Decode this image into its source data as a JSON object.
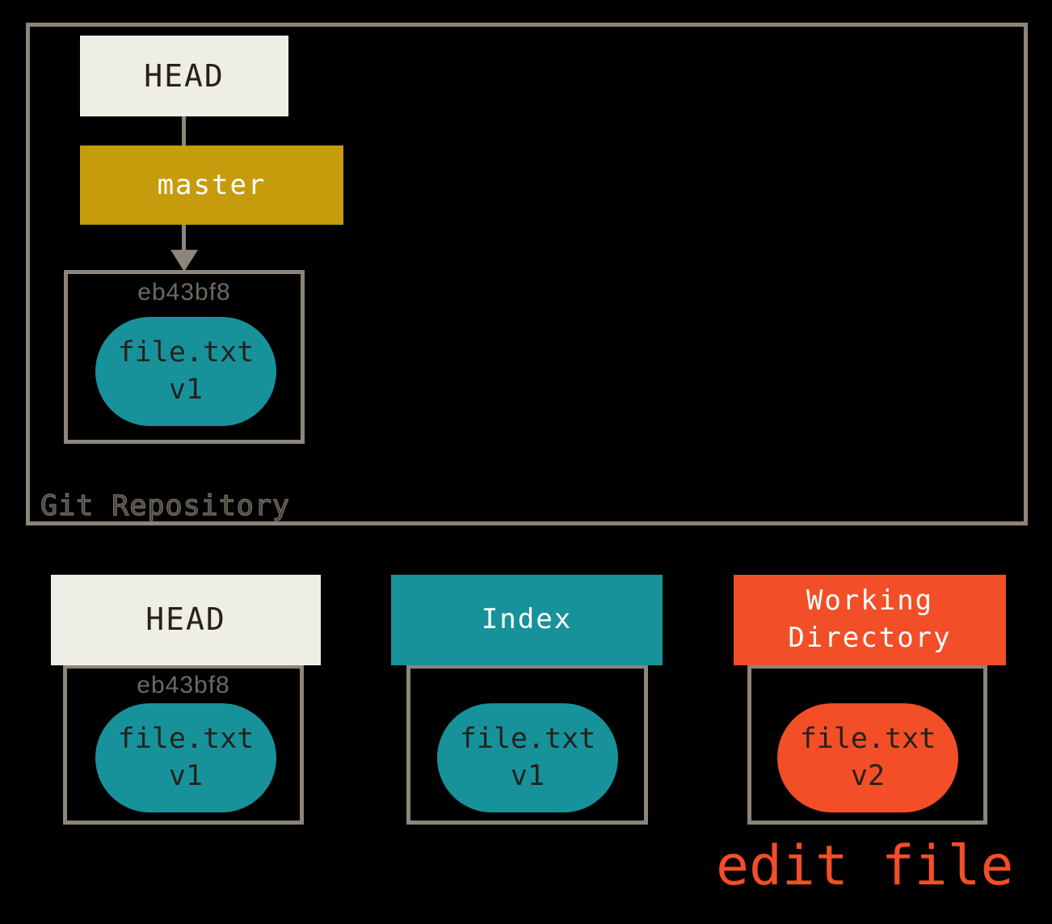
{
  "colors": {
    "background": "#000000",
    "border": "#8D8579",
    "cream": "#EFEEE6",
    "gold": "#C69C0D",
    "teal": "#17929B",
    "orange": "#F24E27",
    "dark-text": "#26211D",
    "gray-text": "#6E6862",
    "white-text": "#FFFFFF"
  },
  "repository": {
    "caption": "Git Repository",
    "head": {
      "label": "HEAD"
    },
    "branch": {
      "label": "master"
    },
    "commit": {
      "hash": "eb43bf8",
      "file": "file.txt",
      "version": "v1"
    }
  },
  "areas": {
    "head": {
      "title": "HEAD",
      "hash": "eb43bf8",
      "file": "file.txt",
      "version": "v1"
    },
    "index": {
      "title": "Index",
      "file": "file.txt",
      "version": "v1"
    },
    "workdir": {
      "title": "Working Directory",
      "file": "file.txt",
      "version": "v2"
    }
  },
  "annotation": {
    "text": "edit file"
  }
}
